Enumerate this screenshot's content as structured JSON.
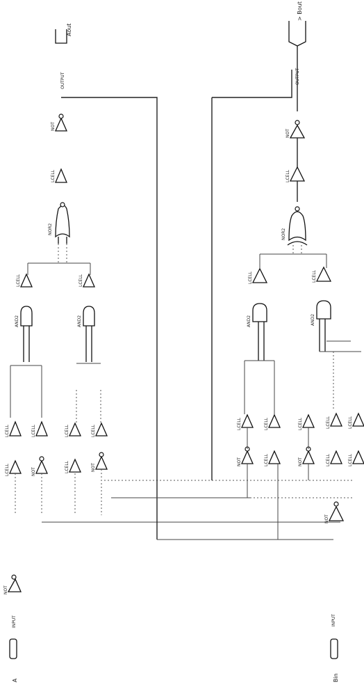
{
  "pins": {
    "in_a_label": "A",
    "in_b_label": "Bin",
    "out_a_label": "Aout",
    "out_b_label": "> Bout"
  },
  "io": {
    "input_text": "INPUT",
    "output_text": "OUTPUT"
  },
  "gates": {
    "not_label": "NOT",
    "lcell_label": "LCELL",
    "and_label": "AND2",
    "or_label": "NOR2"
  }
}
